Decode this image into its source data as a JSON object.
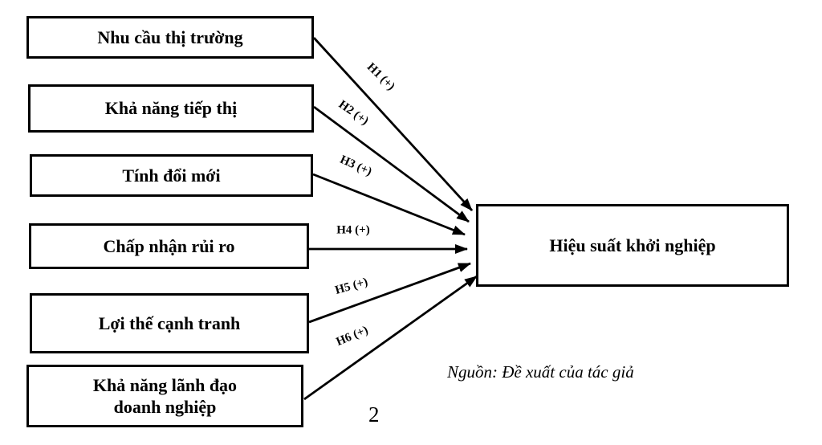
{
  "diagram": {
    "factors": [
      {
        "label": "Nhu cầu thị trường"
      },
      {
        "label": "Khả năng tiếp thị"
      },
      {
        "label": "Tính đổi mới"
      },
      {
        "label": "Chấp nhận rủi ro"
      },
      {
        "label": "Lợi thế cạnh tranh"
      },
      {
        "label": "Khả năng lãnh đạo\ndoanh nghiệp"
      }
    ],
    "outcome": {
      "label": "Hiệu suất khởi nghiệp"
    },
    "hypotheses": [
      {
        "label": "H1 (+)"
      },
      {
        "label": "H2 (+)"
      },
      {
        "label": "H3 (+)"
      },
      {
        "label": "H4 (+)"
      },
      {
        "label": "H5 (+)"
      },
      {
        "label": "H6 (+)"
      }
    ],
    "source_note": "Nguồn: Đề xuất của tác giả",
    "page_number": "2",
    "colors": {
      "background": "#ffffff",
      "line": "#000000",
      "box_border": "#000000",
      "text": "#000000"
    }
  }
}
